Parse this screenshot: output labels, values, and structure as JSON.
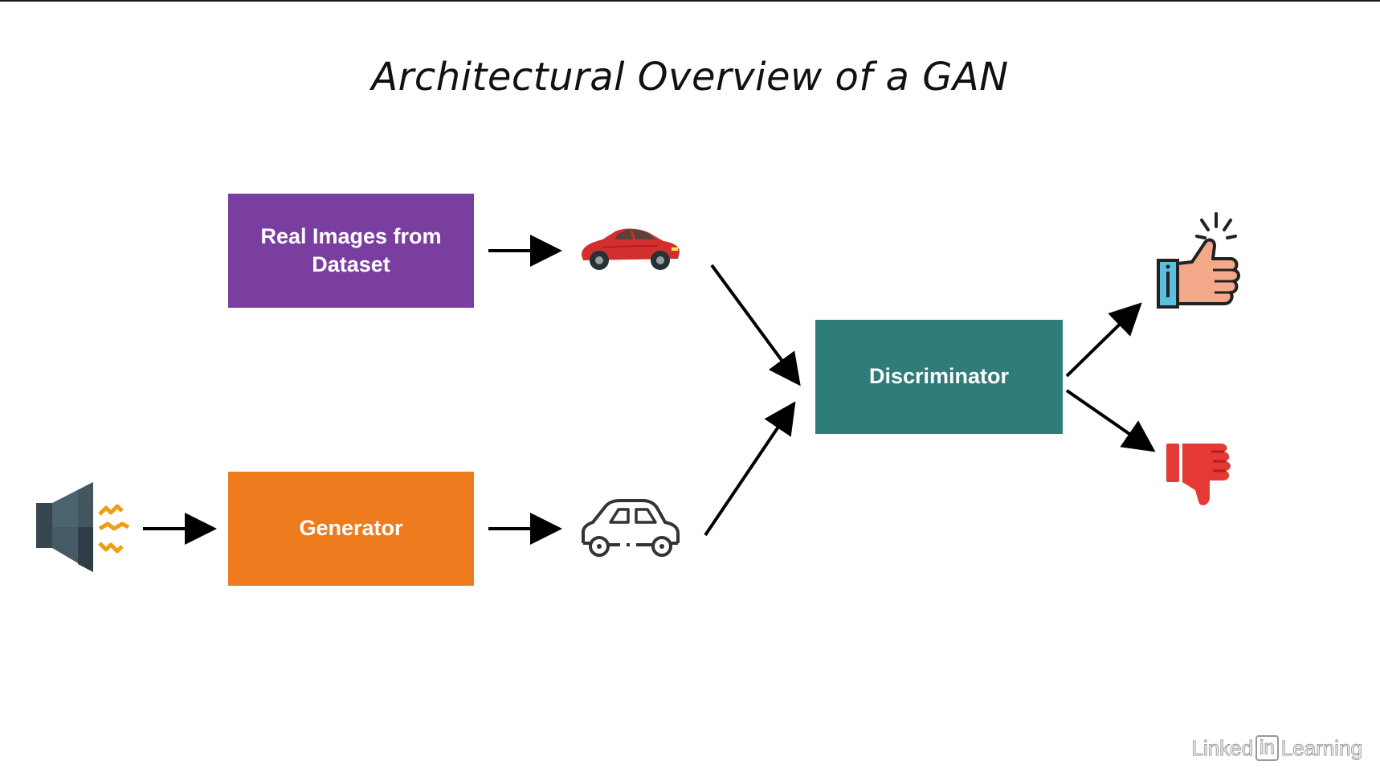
{
  "title": "Architectural Overview of a GAN",
  "nodes": {
    "real": {
      "label": "Real Images from Dataset",
      "color": "#7a3ea1"
    },
    "generator": {
      "label": "Generator",
      "color": "#ee7b1e"
    },
    "discriminator": {
      "label": "Discriminator",
      "color": "#2e7d7a"
    }
  },
  "icons": {
    "noise": "speaker-noise-icon",
    "real_sample": "red-sports-car-icon",
    "fake_sample": "car-outline-icon",
    "real_verdict": "thumbs-up-icon",
    "fake_verdict": "thumbs-down-icon"
  },
  "watermark": {
    "pre": "Linked",
    "in": "in",
    "post": "Learning"
  }
}
